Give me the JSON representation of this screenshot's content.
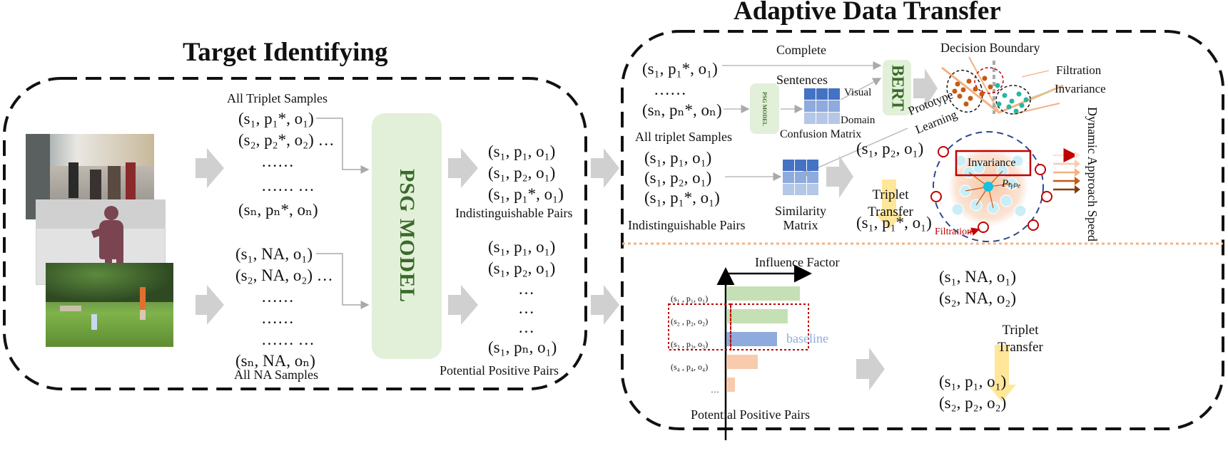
{
  "left": {
    "title": "Target Identifying",
    "all_triplet_label": "All Triplet Samples",
    "triplets": [
      "(s₁, p₁*, o₁)",
      "(s₂, p₂*, o₂) …",
      "……",
      "……     …",
      "(sₙ, pₙ*, oₙ)"
    ],
    "all_na_label": "All NA Samples",
    "na_samples": [
      "(s₁, NA, o₁)",
      "(s₂, NA, o₂) …",
      "……",
      "……",
      "……     …",
      "(sₙ, NA, oₙ)"
    ],
    "psg_model": "PSG MODEL",
    "indist_pairs": [
      "(s₁, p₁, o₁)",
      "(s₁, p₂, o₁)",
      "(s₁, p₁*, o₁)"
    ],
    "indist_label": "Indistinguishable Pairs",
    "pot_pairs": [
      "(s₁, p₁, o₁)",
      "(s₁, p₂, o₁)",
      "…",
      "…",
      "…",
      "(s₁, pₙ, o₁)"
    ],
    "pot_label": "Potential Positive Pairs"
  },
  "right": {
    "title": "Adaptive Data Transfer",
    "complete_label": "Complete",
    "top_triplets": [
      "(s₁, p₁*, o₁)",
      "……",
      "(sₙ, pₙ*, oₙ)"
    ],
    "sentences_label": "Sentences",
    "psg_small": "PSG MODEL",
    "visual_label": "Visual",
    "domain_label": "Domain",
    "confusion_label": "Confusion Matrix",
    "bert_label": "BERT",
    "decision_label": "Decision Boundary",
    "filtration_label": "Filtration",
    "invariance_label": "Invariance",
    "prototype_label": "Prototype",
    "learning_label": "Learning",
    "all_triplet_label": "All triplet Samples",
    "mid_triplets": [
      "(s₁, p₁, o₁)",
      "(s₁, p₂, o₁)",
      "(s₁, p₁*, o₁)"
    ],
    "indist_label": "Indistinguishable Pairs",
    "similarity_label": "Similarity Matrix",
    "transfer_top": "(s₁, p₂, o₁)",
    "transfer_bottom": "(s₁, p₁*, o₁)",
    "triplet_transfer": "Triplet Transfer",
    "proto_invariance": "Invariance",
    "ptype": "Pₜᵧₚₑ",
    "proto_filtration": "Filtration",
    "speed_label": "Dynamic Approach Speed",
    "influence_label": "Influence Factor",
    "bar_labels": [
      "(s₁ , p₁, o₁)",
      "(s₂ , p₂, o₂)",
      "(s₃ , p₃, o₃)",
      "(s₄ , p₄, o₄)",
      "…"
    ],
    "baseline_label": "baseline",
    "potential_label": "Potential Positive Pairs",
    "na_out": [
      "(s₁, NA, o₁)",
      "(s₂, NA, o₂)"
    ],
    "transfer_label": "Triplet Transfer",
    "pos_out": [
      "(s₁, p₁, o₁)",
      "(s₂, p₂, o₂)"
    ]
  },
  "colors": {
    "psg_fill": "#e2f0d9",
    "psg_text": "#3a6a2a",
    "arrow_gray": "#d0d0d0",
    "bar_green": "#c5e0b4",
    "bar_blue": "#8faadc",
    "bar_orange": "#f8cbad",
    "matrix_blue": "#4472c4",
    "transfer_yellow": "#ffe699",
    "red": "#c00000"
  }
}
